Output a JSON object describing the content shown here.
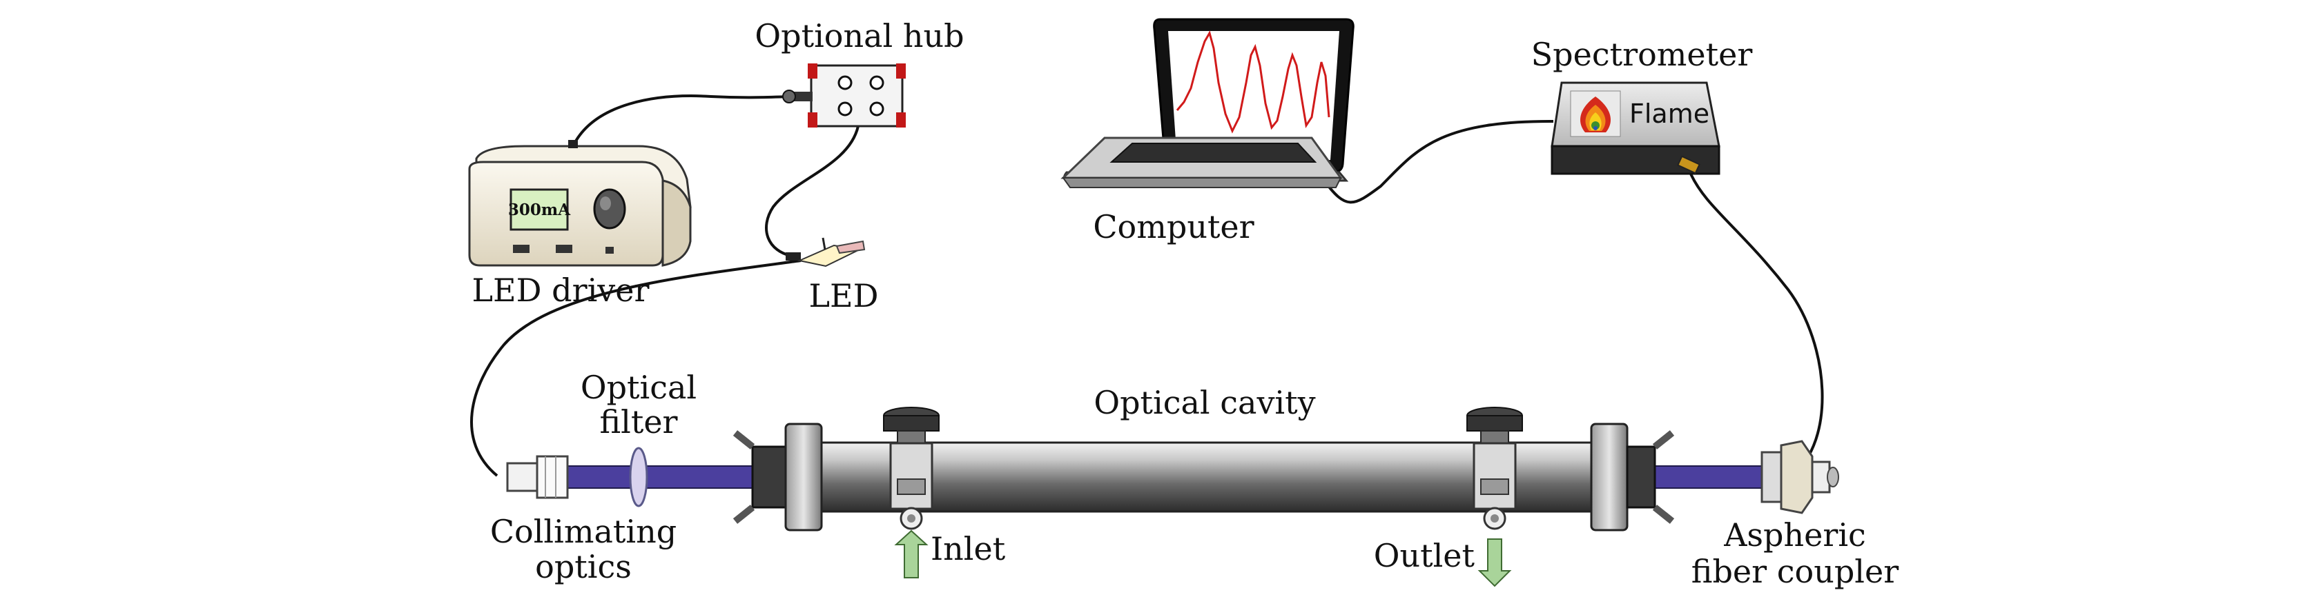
{
  "labels": {
    "optional_hub": "Optional hub",
    "spectrometer": "Spectrometer",
    "computer": "Computer",
    "led_driver": "LED driver",
    "led": "LED",
    "optical_cavity": "Optical cavity",
    "optical_filter_line1": "Optical",
    "optical_filter_line2": "filter",
    "collimating_line1": "Collimating",
    "collimating_line2": "optics",
    "inlet": "Inlet",
    "outlet": "Outlet",
    "aspheric_line1": "Aspheric",
    "aspheric_line2": "fiber coupler"
  },
  "led_driver_display": "300mA",
  "spectrometer_brand": "Flame",
  "colors": {
    "fiber_cable": "#111111",
    "beam": "#4b3f9e",
    "spectrum_trace": "#d11a1a",
    "flow_arrow": "#a9d49a",
    "lcd_screen": "#d9f0c2",
    "device_body": "#efe9d9"
  }
}
